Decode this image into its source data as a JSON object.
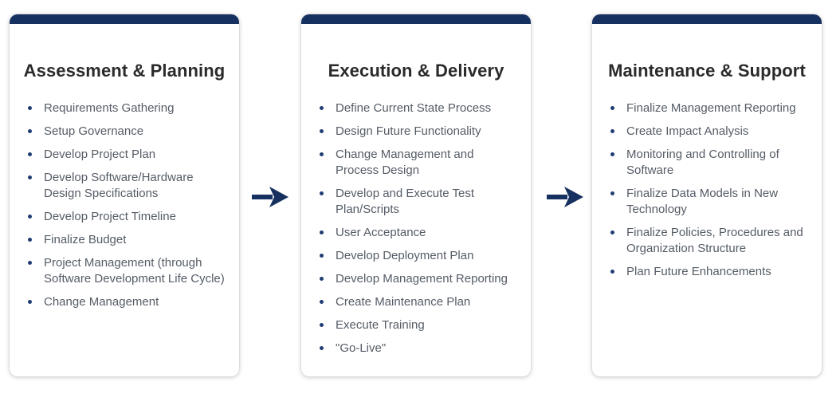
{
  "colors": {
    "header_bar": "#16305f",
    "arrow": "#16305f",
    "bullet": "#1f3d73",
    "title_text": "#2a2a2a",
    "item_text": "#555c66"
  },
  "icons": [
    "arrow-right-icon"
  ],
  "phases": [
    {
      "title": "Assessment & Planning",
      "items": [
        "Requirements Gathering",
        "Setup Governance",
        "Develop Project Plan",
        "Develop Software/Hardware Design Specifications",
        "Develop Project Timeline",
        "Finalize Budget",
        "Project Management (through Software Development Life Cycle)",
        "Change Management"
      ]
    },
    {
      "title": "Execution & Delivery",
      "items": [
        "Define Current State Process",
        "Design Future Functionality",
        "Change Management and Process Design",
        "Develop and Execute Test Plan/Scripts",
        "User Acceptance",
        "Develop Deployment Plan",
        "Develop Management Reporting",
        "Create Maintenance Plan",
        "Execute Training",
        "\"Go-Live\""
      ]
    },
    {
      "title": "Maintenance & Support",
      "items": [
        "Finalize Management Reporting",
        "Create Impact Analysis",
        "Monitoring and Controlling of Software",
        "Finalize Data Models in New Technology",
        "Finalize Policies, Procedures and Organization Structure",
        "Plan Future Enhancements"
      ]
    }
  ]
}
